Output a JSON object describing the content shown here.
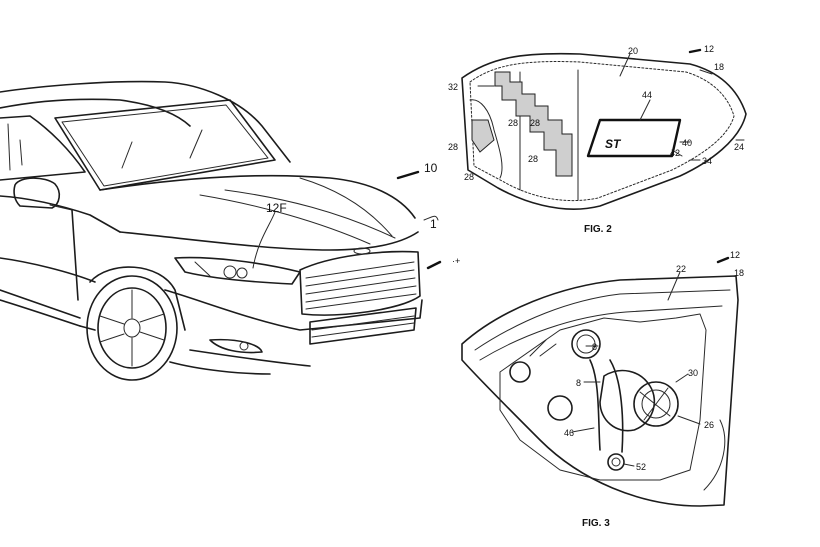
{
  "figures": {
    "fig1": {
      "ref_10": "10",
      "ref_12f": "12F",
      "ref_1": "1",
      "ref_partial": "·+"
    },
    "fig2": {
      "caption": "FIG. 2",
      "labels": {
        "r12": "12",
        "r18": "18",
        "r20": "20",
        "r32": "32",
        "r44": "44",
        "r28a": "28",
        "r28b": "28",
        "r28c": "28",
        "r28d": "28",
        "r28e": "28",
        "r40": "40",
        "r42": "42",
        "r34": "34",
        "r24": "24"
      },
      "badge_text": "ST"
    },
    "fig3": {
      "caption": "FIG. 3",
      "labels": {
        "r12": "12",
        "r18": "18",
        "r22": "22",
        "r8a": "8",
        "r8b": "8",
        "r30": "30",
        "r26": "26",
        "r46": "46",
        "r52": "52"
      }
    }
  }
}
